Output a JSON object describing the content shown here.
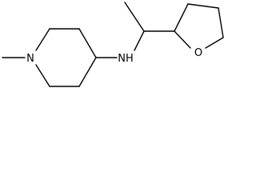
{
  "atoms": {
    "piperidine_nitrogen": "N",
    "amine_nitrogen": "NH",
    "ring_oxygen": "O"
  }
}
